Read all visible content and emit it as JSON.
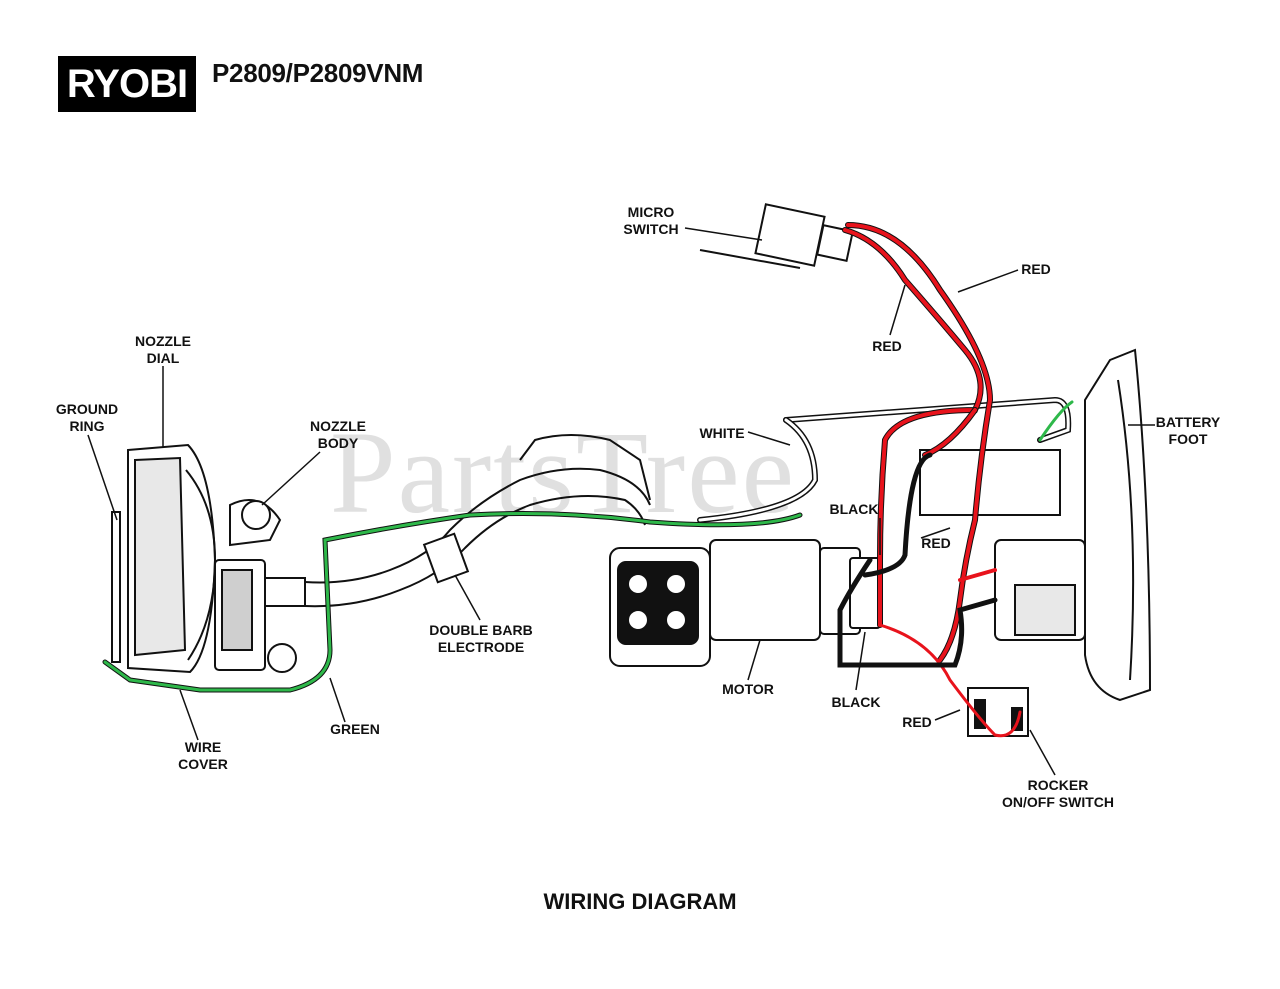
{
  "header": {
    "brand": "RYOBI",
    "model": "P2809/P2809VNM"
  },
  "watermark": "PartsTree",
  "labels": {
    "micro_switch": "MICRO\nSWITCH",
    "red_top": "RED",
    "red_upper_left": "RED",
    "nozzle_dial": "NOZZLE\nDIAL",
    "ground_ring": "GROUND\nRING",
    "nozzle_body": "NOZZLE\nBODY",
    "white": "WHITE",
    "battery_foot": "BATTERY\nFOOT",
    "black_upper": "BLACK",
    "red_mid": "RED",
    "double_barb_electrode": "DOUBLE BARB\nELECTRODE",
    "motor": "MOTOR",
    "black_lower": "BLACK",
    "red_lower": "RED",
    "green": "GREEN",
    "wire_cover": "WIRE\nCOVER",
    "rocker_switch": "ROCKER\nON/OFF SWITCH"
  },
  "wire_colors": {
    "red": "#e8131c",
    "black": "#111111",
    "green": "#2eb84a",
    "white": "#ffffff"
  },
  "footer": {
    "title": "WIRING DIAGRAM"
  }
}
